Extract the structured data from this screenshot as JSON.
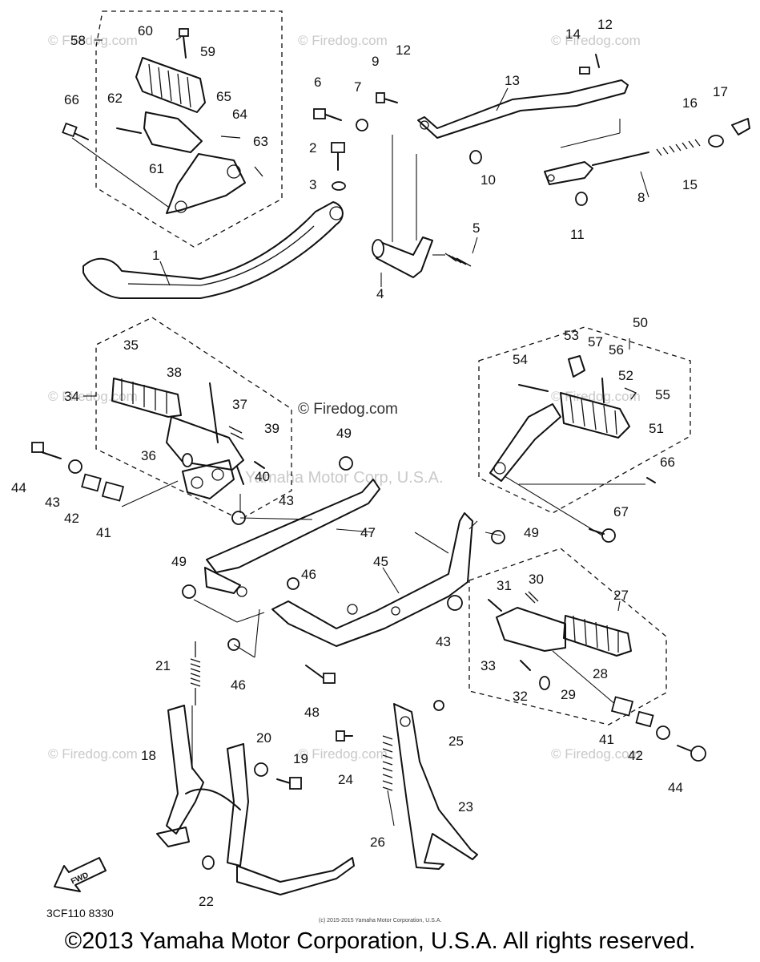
{
  "diagram": {
    "part_numbers": [
      "1",
      "2",
      "3",
      "4",
      "5",
      "6",
      "7",
      "8",
      "9",
      "10",
      "11",
      "12",
      "12",
      "13",
      "14",
      "15",
      "16",
      "17",
      "18",
      "19",
      "20",
      "21",
      "22",
      "23",
      "24",
      "25",
      "26",
      "27",
      "28",
      "29",
      "30",
      "31",
      "32",
      "33",
      "34",
      "35",
      "36",
      "37",
      "38",
      "39",
      "40",
      "41",
      "41",
      "42",
      "42",
      "43",
      "43",
      "43",
      "44",
      "44",
      "45",
      "46",
      "46",
      "47",
      "48",
      "49",
      "49",
      "49",
      "50",
      "51",
      "52",
      "53",
      "54",
      "55",
      "56",
      "57",
      "58",
      "59",
      "60",
      "61",
      "62",
      "63",
      "64",
      "65",
      "66",
      "66",
      "67"
    ],
    "watermark": "© Firedog.com",
    "watermark_center": "© Firedog.com",
    "watermark_overlay": "Yamaha Motor Corp, U.S.A.",
    "diagram_code": "3CF110 8330",
    "fwd_label": "FWD",
    "tiny_copyright": "(c) 2015-2015 Yamaha Motor Corporation, U.S.A."
  },
  "footer": {
    "copyright": "©2013 Yamaha Motor Corporation, U.S.A. All rights reserved."
  }
}
